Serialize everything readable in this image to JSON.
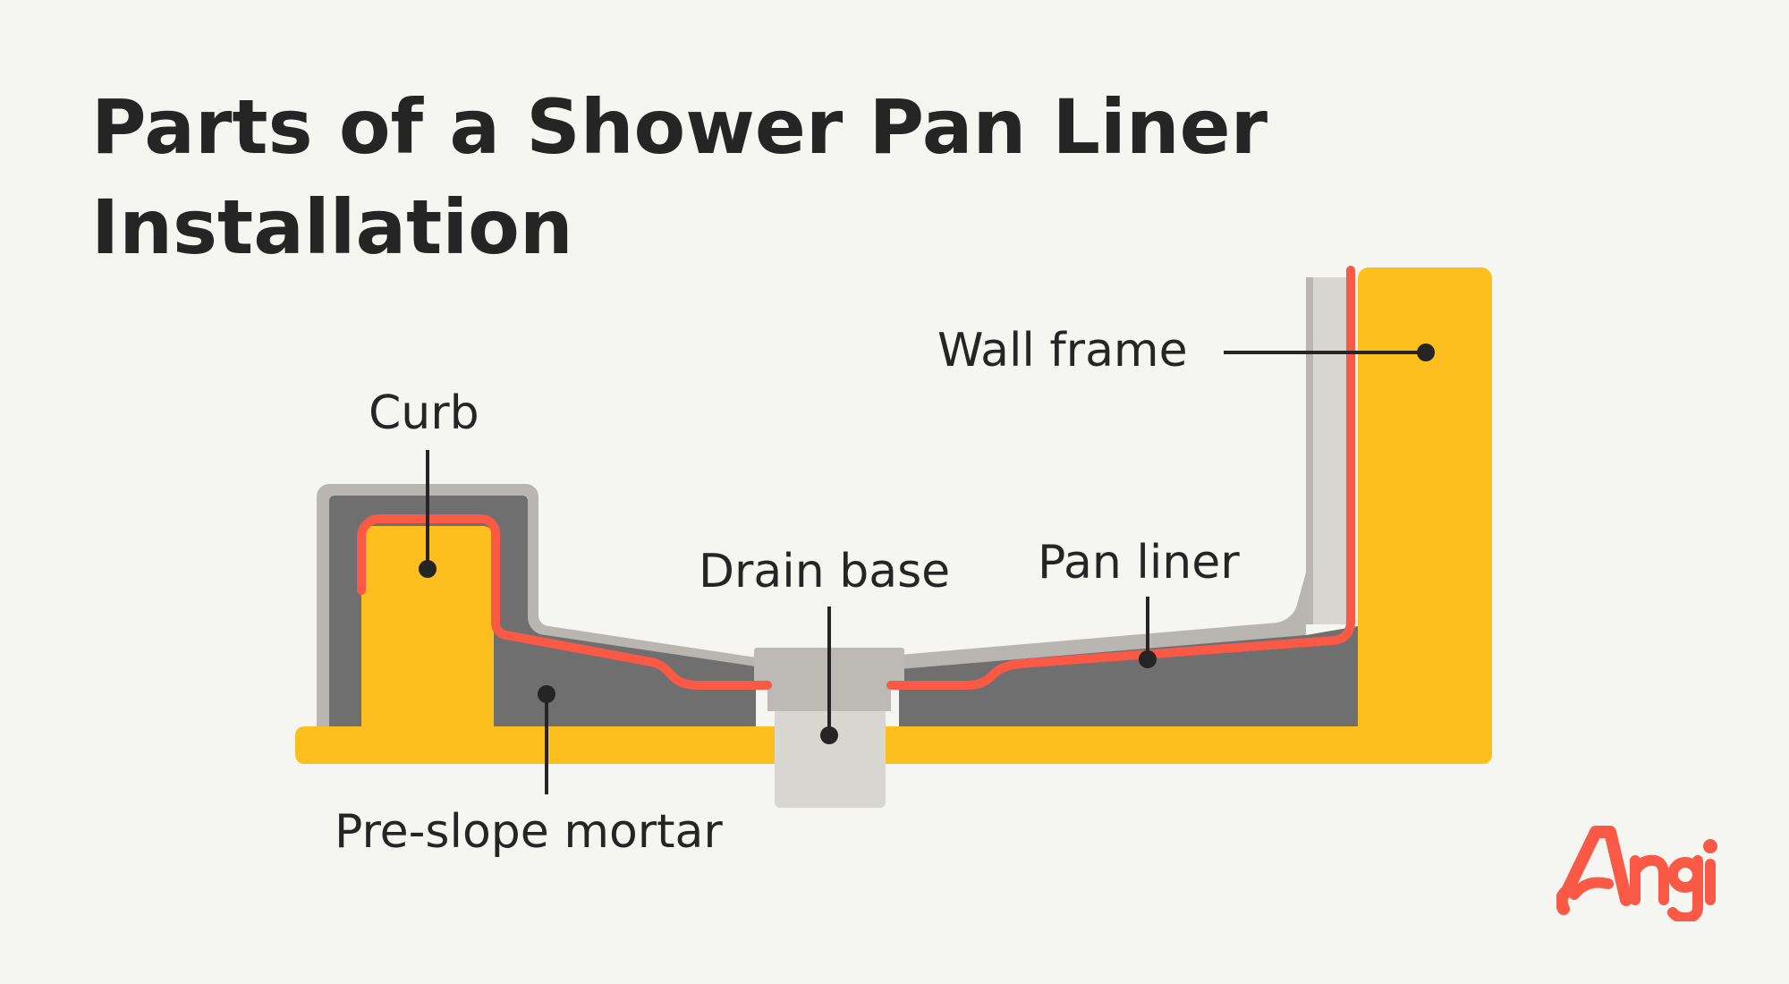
{
  "title": {
    "line1": "Parts of a Shower Pan Liner",
    "line2": "Installation"
  },
  "labels": {
    "curb": "Curb",
    "wall_frame": "Wall frame",
    "drain_base": "Drain base",
    "pan_liner": "Pan liner",
    "pre_slope_mortar": "Pre-slope mortar"
  },
  "logo": {
    "text": "Angi"
  },
  "colors": {
    "background": "#f5f5f1",
    "framing_yellow": "#fdbf1e",
    "mortar_gray": "#6f6f6f",
    "cement_board": "#d8d6d1",
    "cement_board_edge": "#b9b6b1",
    "pan_liner_red": "#f95945",
    "drain_gray": "#bdbab5",
    "text": "#252525",
    "brand": "#f95945"
  }
}
